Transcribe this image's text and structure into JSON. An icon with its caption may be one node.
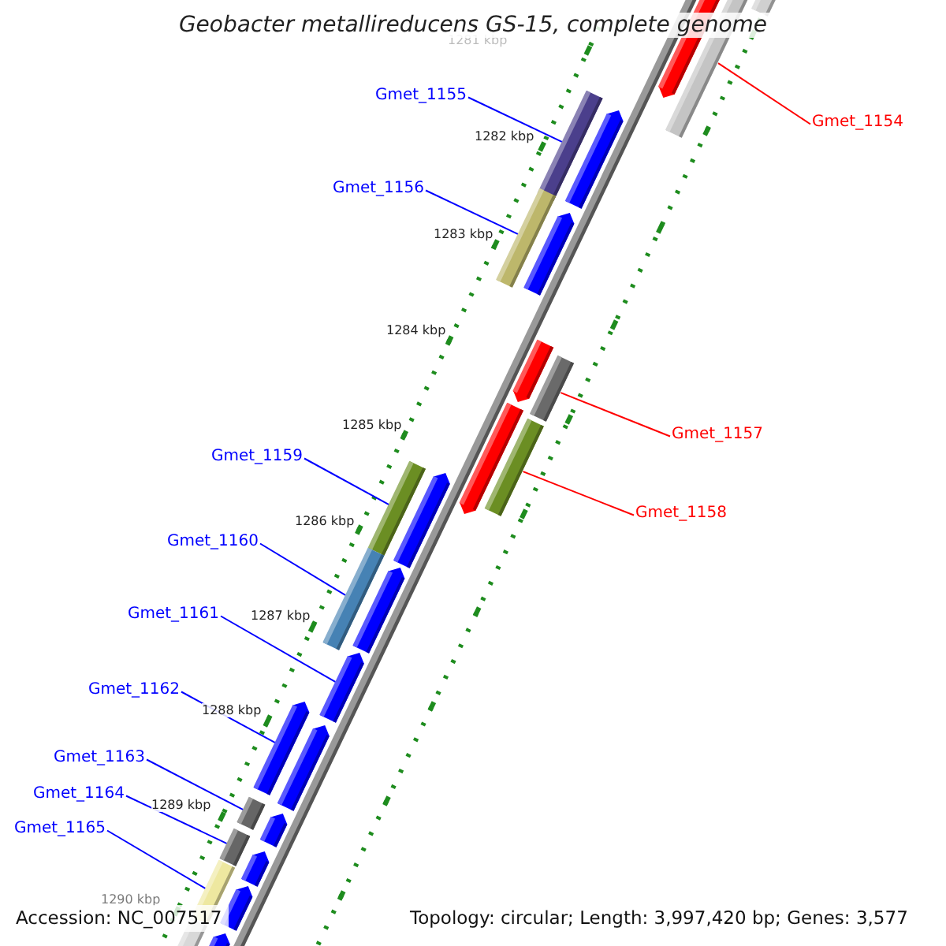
{
  "diagram": {
    "title": "Geobacter metallireducens GS-15, complete genome",
    "nodes": [
      {
        "text": [
          "Gmet_1154"
        ]
      },
      {
        "text": [],
        "shape": "bar"
      },
      {
        "text": [
          "Gmet_1155"
        ]
      },
      {
        "text": [],
        "shape": "bar"
      },
      {
        "text": [
          "Gmet_1156"
        ]
      },
      {
        "text": [],
        "shape": "bar"
      },
      {
        "text": [
          "Gmet_1157"
        ]
      },
      {
        "text": [],
        "shape": "bar"
      },
      {
        "text": [
          "Gmet_1158"
        ]
      },
      {
        "text": [],
        "shape": "bar"
      },
      {
        "text": [
          "Gmet_1159"
        ]
      },
      {
        "text": [],
        "shape": "bar"
      },
      {
        "text": [
          "Gmet_1160"
        ]
      },
      {
        "text": [],
        "shape": "bar"
      },
      {
        "text": [
          "Gmet_1161"
        ]
      },
      {
        "text": [],
        "shape": "bar"
      },
      {
        "text": [
          "Gmet_1162"
        ]
      },
      {
        "text": [],
        "shape": "bar"
      },
      {
        "text": [
          "Gmet_1163"
        ]
      },
      {
        "text": [],
        "shape": "bar"
      },
      {
        "text": [
          "Gmet_1164"
        ]
      },
      {
        "text": [],
        "shape": "bar"
      },
      {
        "text": [
          "Gmet_1165"
        ]
      },
      {
        "text": [],
        "shape": "bar"
      }
    ],
    "edges": [
      {
        "from": 0,
        "to": 1,
        "arrow": "none",
        "color": "#ff0000"
      },
      {
        "from": 2,
        "to": 3,
        "arrow": "none"
      },
      {
        "from": 4,
        "to": 5,
        "arrow": "none"
      },
      {
        "from": 6,
        "to": 7,
        "arrow": "none",
        "color": "#ff0000"
      },
      {
        "from": 8,
        "to": 9,
        "arrow": "none",
        "color": "#ff0000"
      },
      {
        "from": 10,
        "to": 11,
        "arrow": "none"
      },
      {
        "from": 12,
        "to": 13,
        "arrow": "none"
      },
      {
        "from": 14,
        "to": 15,
        "arrow": "none"
      },
      {
        "from": 16,
        "to": 17,
        "arrow": "none"
      },
      {
        "from": 18,
        "to": 19,
        "arrow": "none"
      },
      {
        "from": 20,
        "to": 21,
        "arrow": "none"
      },
      {
        "from": 22,
        "to": 23,
        "arrow": "none"
      }
    ],
    "labels": [
      "1281 kbp",
      "1282 kbp",
      "1283 kbp",
      "1284 kbp",
      "1285 kbp",
      "1286 kbp",
      "1287 kbp",
      "1288 kbp",
      "1289 kbp",
      "1290 kbp",
      "Accession: NC_007517",
      "Topology: circular; Length: 3,997,420 bp; Genes: 3,577"
    ]
  }
}
